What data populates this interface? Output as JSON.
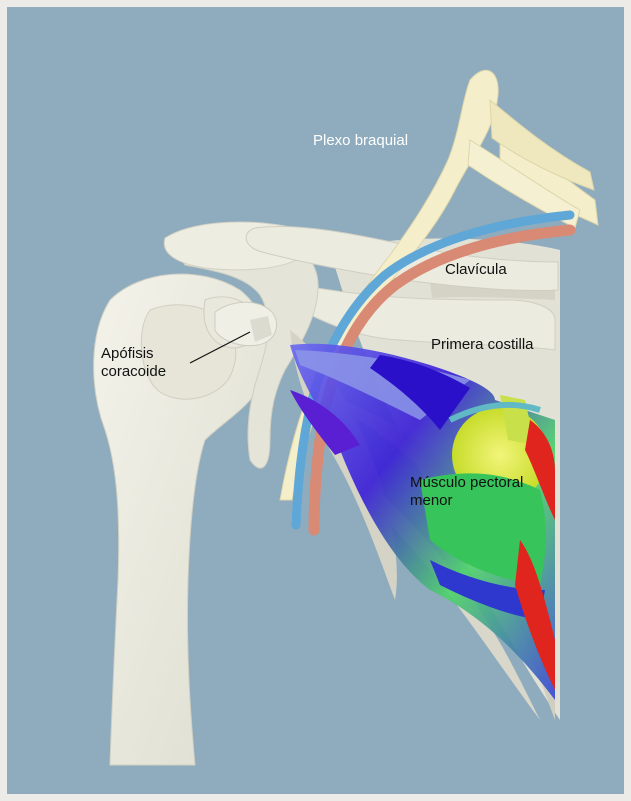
{
  "labels": {
    "plexo": "Plexo braquial",
    "clavicula": "Clavícula",
    "primera_costilla": "Primera costilla",
    "apofisis_line1": "Apófisis",
    "apofisis_line2": "coracoide",
    "musculo_line1": "Músculo pectoral",
    "musculo_line2": "menor"
  },
  "colors": {
    "background": "#8eacbe",
    "frame": "#ecebe8",
    "bone": "#ecebdf",
    "bone_shadow": "#c9c9bc",
    "nerve": "#f4eecb",
    "artery": "#d98a74",
    "vein": "#5ea7d6"
  }
}
